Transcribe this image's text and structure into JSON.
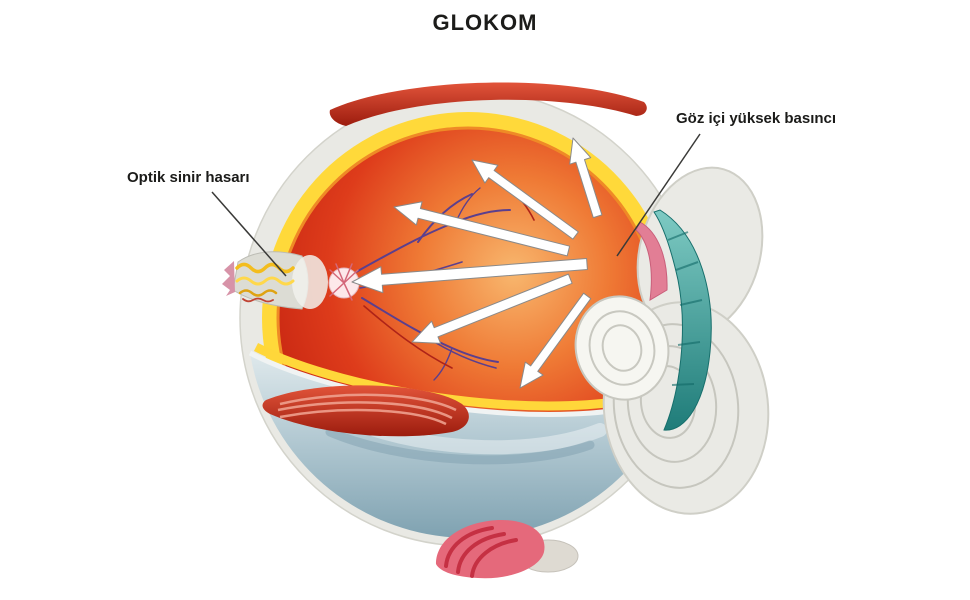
{
  "title": "GLOKOM",
  "labels": {
    "intraocular_pressure": "Göz içi yüksek basıncı",
    "optic_nerve_damage": "Optik sinir hasarı"
  },
  "colors": {
    "background": "#ffffff",
    "text": "#1b1b19",
    "vitreous_red": "#d8341c",
    "rim_yellow": "#ffd93a",
    "sclera_blue": "#9db9c5",
    "muscle_red": "#b42716",
    "iris_teal": "#2f8a86",
    "tissue_pink": "#e27e95",
    "arrow_white": "#ffffff"
  }
}
